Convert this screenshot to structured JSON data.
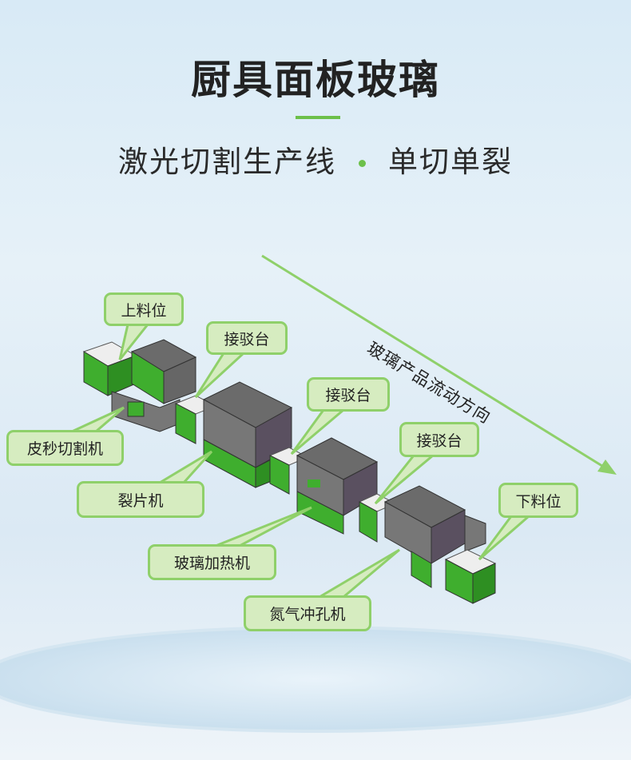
{
  "header": {
    "title": "厨具面板玻璃",
    "subtitle_left": "激光切割生产线",
    "subtitle_right": "单切单裂"
  },
  "flow_direction_label": "玻璃产品流动方向",
  "callouts": {
    "loading": "上料位",
    "connector_1": "接驳台",
    "connector_2": "接驳台",
    "connector_3": "接驳台",
    "unloading": "下料位",
    "picosecond_cutter": "皮秒切割机",
    "splitter": "裂片机",
    "glass_heater": "玻璃加热机",
    "nitrogen_punch": "氮气冲孔机"
  },
  "colors": {
    "accent": "#6cc04a",
    "machine_green": "#3fae2e",
    "machine_gray": "#6b6b6b",
    "callout_bg": "#d6ecc0"
  }
}
